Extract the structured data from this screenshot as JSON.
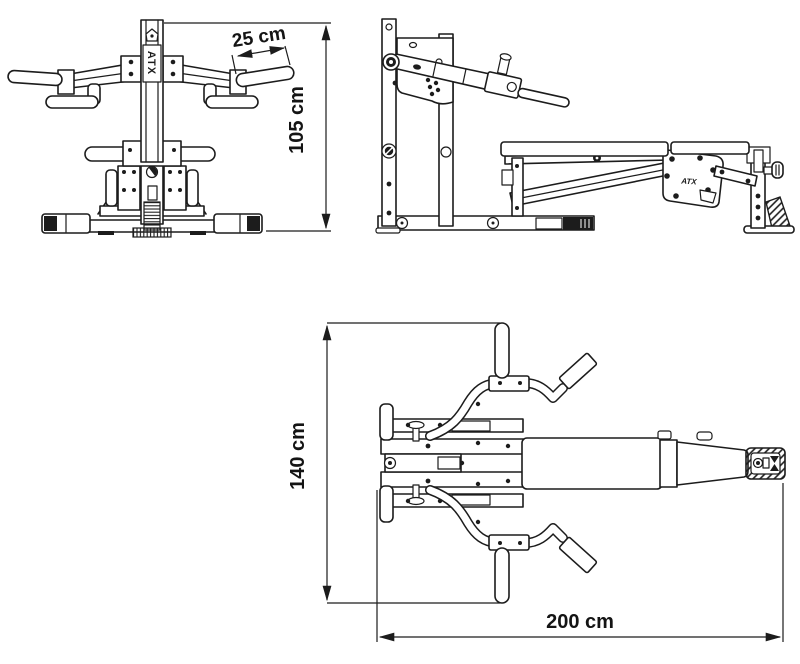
{
  "page": {
    "background": "#ffffff",
    "ink": "#1c1c1c"
  },
  "views": {
    "front": {
      "brand_logo": "ATX"
    },
    "side": {
      "brand_logo": "ATX"
    },
    "top": {}
  },
  "dimensions": {
    "handle_length": "25 cm",
    "height": "105 cm",
    "width": "140 cm",
    "length": "200 cm"
  }
}
